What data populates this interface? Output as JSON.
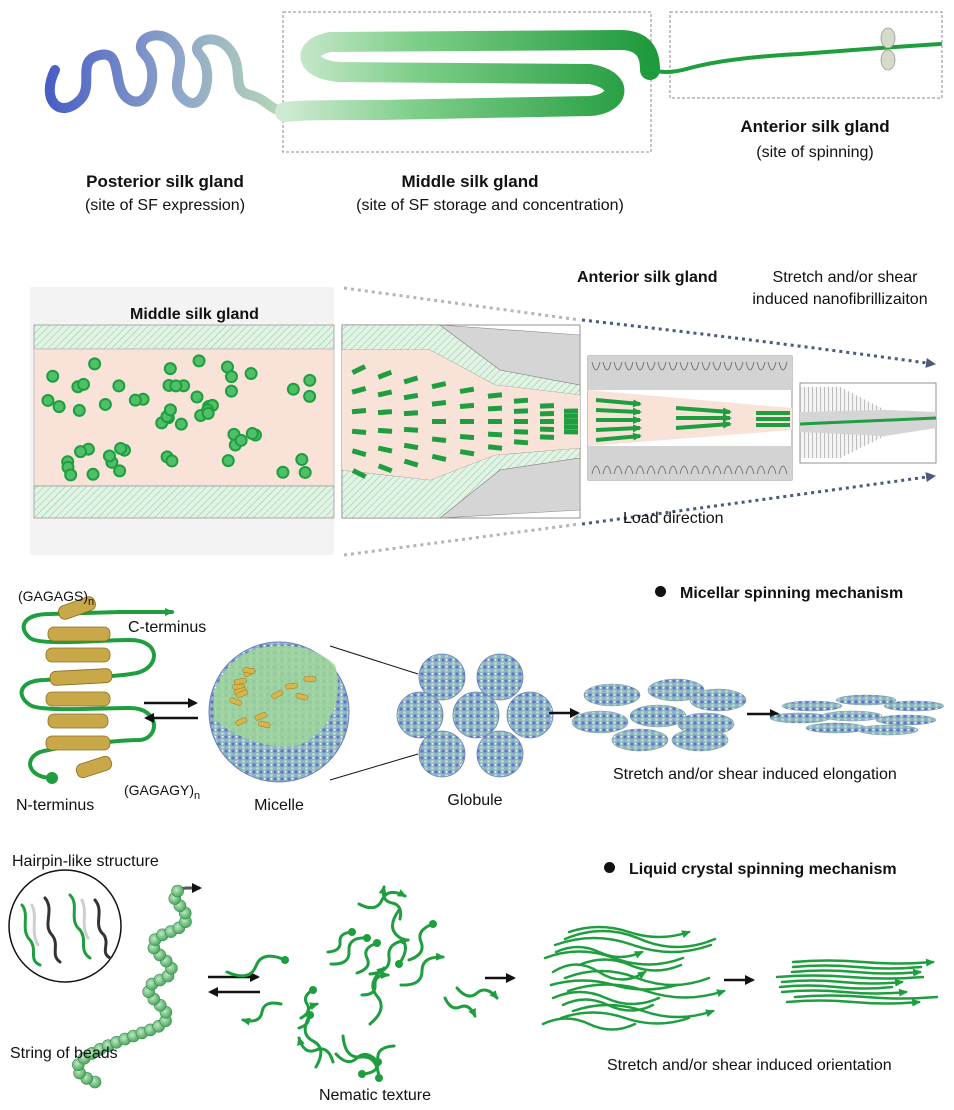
{
  "section1": {
    "posterior_title": "Posterior silk gland",
    "posterior_sub": "(site of SF expression)",
    "middle_title": "Middle silk gland",
    "middle_sub": "(site of SF storage and concentration)",
    "anterior_title": "Anterior silk gland",
    "anterior_sub": "(site of spinning)"
  },
  "section2": {
    "middle_label": "Middle silk gland",
    "anterior_label": "Anterior silk gland",
    "stretch_line1": "Stretch and/or shear",
    "stretch_line2": "induced nanofibrillizaiton",
    "load_direction": "Load direction"
  },
  "section3": {
    "mechanism": "Micellar spinning mechanism",
    "gagags": "(GAGAGS)",
    "gagags_sub": "n",
    "c_terminus": "C-terminus",
    "gagagy": "(GAGAGY)",
    "gagagy_sub": "n",
    "n_terminus": "N-terminus",
    "micelle": "Micelle",
    "globule": "Globule",
    "elongation": "Stretch and/or shear induced elongation"
  },
  "section4": {
    "mechanism": "Liquid crystal spinning mechanism",
    "hairpin": "Hairpin-like structure",
    "beads": "String of beads",
    "nematic": "Nematic texture",
    "orientation": "Stretch and/or shear induced orientation"
  },
  "colors": {
    "green": "#1e9e3e",
    "green_light": "#7fd08e",
    "blue": "#4a5fc4",
    "tan": "#c9a84a",
    "arrow_gray": "#b5b5b5",
    "arrow_navy": "#4a5a7a",
    "lumen_pink": "#f9e3d9",
    "wall_green": "#d9efdf"
  }
}
